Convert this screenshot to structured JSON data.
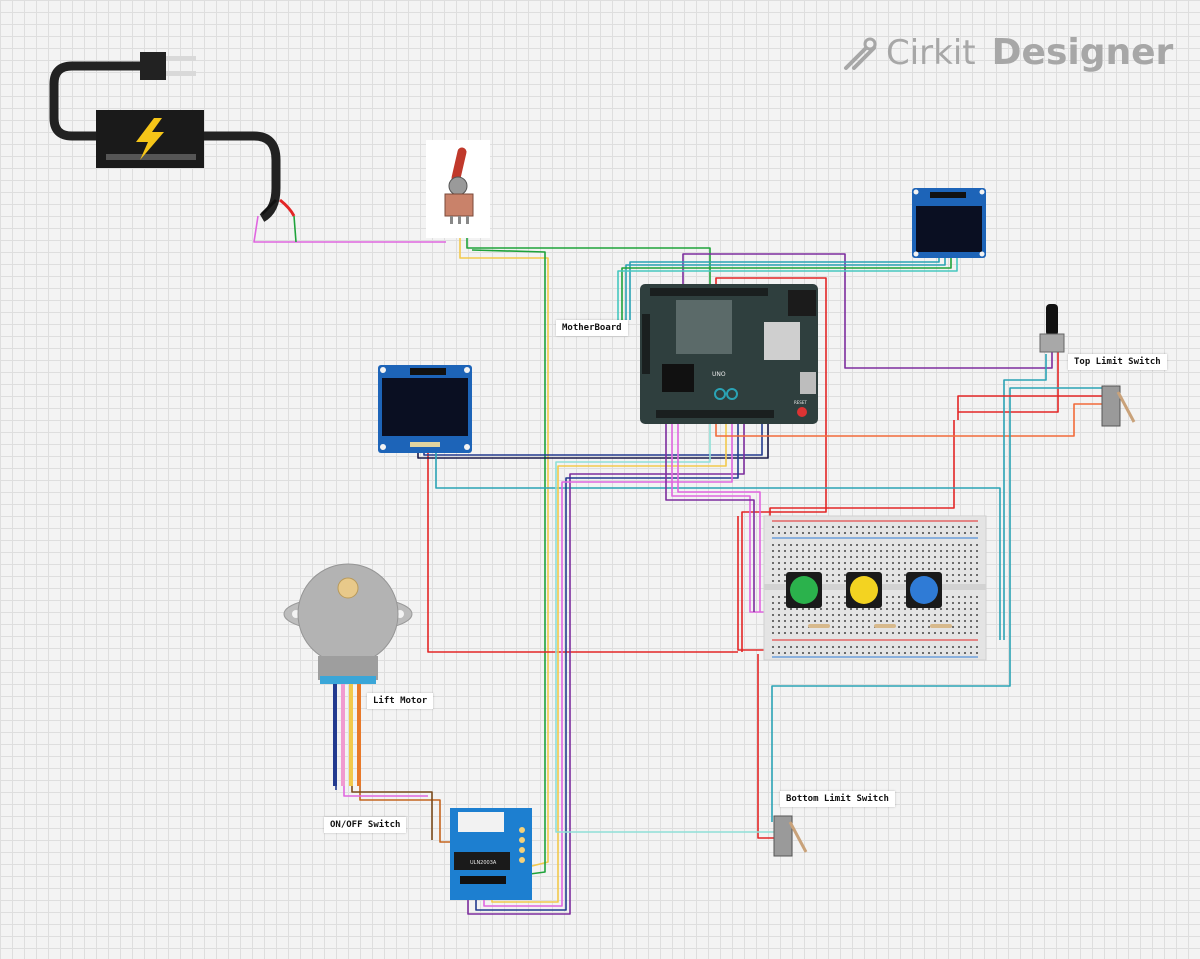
{
  "brand": {
    "name_part1": "Cirkit",
    "name_part2": "Designer",
    "icon": "cirkit-logo-icon"
  },
  "labels": {
    "motherboard": "MotherBoard",
    "top_limit_switch": "Top Limit Switch",
    "bottom_limit_switch": "Bottom Limit Switch",
    "lift_motor": "Lift Motor",
    "onoff_switch": "ON/OFF Switch"
  },
  "driver_board": {
    "chip": "ULN2003A"
  },
  "arduino": {
    "model": "UNO",
    "reset": "RESET"
  },
  "buttons": [
    {
      "color": "#2bb24c"
    },
    {
      "color": "#f3d321"
    },
    {
      "color": "#2f7bd6"
    }
  ],
  "colors": {
    "power": "#e32626",
    "ground": "#1a1a1a",
    "wire_green": "#1fa33b",
    "wire_yellow": "#f2c94c",
    "wire_pink": "#e066e0",
    "wire_purple": "#7c2d9e",
    "wire_teal": "#2aa3b5",
    "wire_orange": "#f26b3a"
  }
}
